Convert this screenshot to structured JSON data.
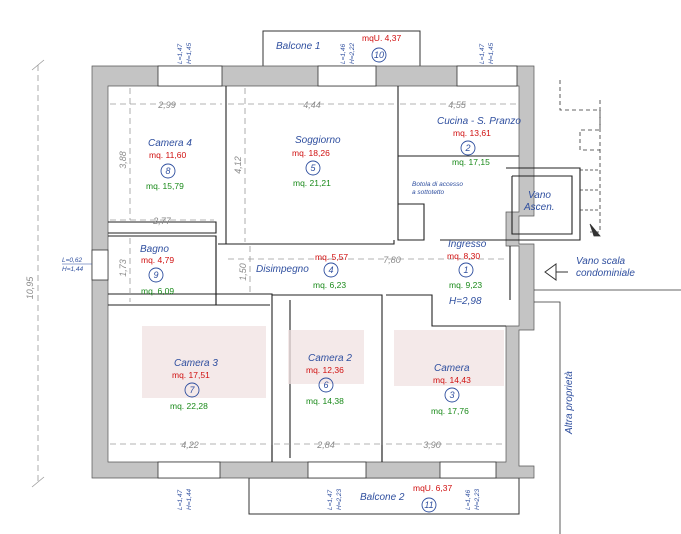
{
  "rooms": {
    "camera4": {
      "name": "Camera 4",
      "net": "mq. 11,60",
      "num": "8",
      "gross": "mq. 15,79"
    },
    "soggiorno": {
      "name": "Soggiorno",
      "net": "mq. 18,26",
      "num": "5",
      "gross": "mq. 21,21"
    },
    "cucina": {
      "name": "Cucina - S. Pranzo",
      "net": "mq. 13,61",
      "num": "2",
      "gross": "mq. 17,15"
    },
    "bagno": {
      "name": "Bagno",
      "net": "mq. 4,79",
      "num": "9",
      "gross": "mq. 6,09"
    },
    "disimpegno": {
      "name": "Disimpegno",
      "net": "mq. 5,57",
      "num": "4",
      "gross": "mq. 6,23"
    },
    "ingresso": {
      "name": "Ingresso",
      "net": "mq. 8,30",
      "num": "1",
      "gross": "mq. 9,23"
    },
    "camera3": {
      "name": "Camera 3",
      "net": "mq. 17,51",
      "num": "7",
      "gross": "mq. 22,28"
    },
    "camera2": {
      "name": "Camera 2",
      "net": "mq. 12,36",
      "num": "6",
      "gross": "mq. 14,38"
    },
    "camera": {
      "name": "Camera",
      "net": "mq. 14,43",
      "num": "3",
      "gross": "mq. 17,76"
    }
  },
  "balconies": {
    "b1": {
      "name": "Balcone 1",
      "area": "mqU. 4,37",
      "num": "10"
    },
    "b2": {
      "name": "Balcone 2",
      "area": "mqU. 6,37",
      "num": "11"
    }
  },
  "labels": {
    "botola": "Botola di accesso",
    "botola2": "a sottotetto",
    "vano_asc1": "Vano",
    "vano_asc2": "Ascen.",
    "vano_scala1": "Vano scala",
    "vano_scala2": "condominiale",
    "altra": "Altra proprietà",
    "height": "H=2,98"
  },
  "dimensions": {
    "d299": "2,99",
    "d444": "4,44",
    "d455": "4,55",
    "d388": "3,88",
    "d412": "4,12",
    "d277": "2,77",
    "d173": "1,73",
    "d150": "1,50",
    "d780": "7,80",
    "d422": "4,22",
    "d284": "2,84",
    "d390": "3,90",
    "d1095": "10,95"
  },
  "windows": {
    "w1a": "L=1,47",
    "w1b": "H=1,45",
    "w2a": "L=1,46",
    "w2b": "H=2,22",
    "w3a": "L=1,47",
    "w3b": "H=1,45",
    "w4a": "L=0,62",
    "w4b": "H=1,44",
    "w5a": "L=1,47",
    "w5b": "H=1,44",
    "w6a": "L=1,47",
    "w6b": "H=2,23",
    "w7a": "L=1,46",
    "w7b": "H=2,23"
  }
}
